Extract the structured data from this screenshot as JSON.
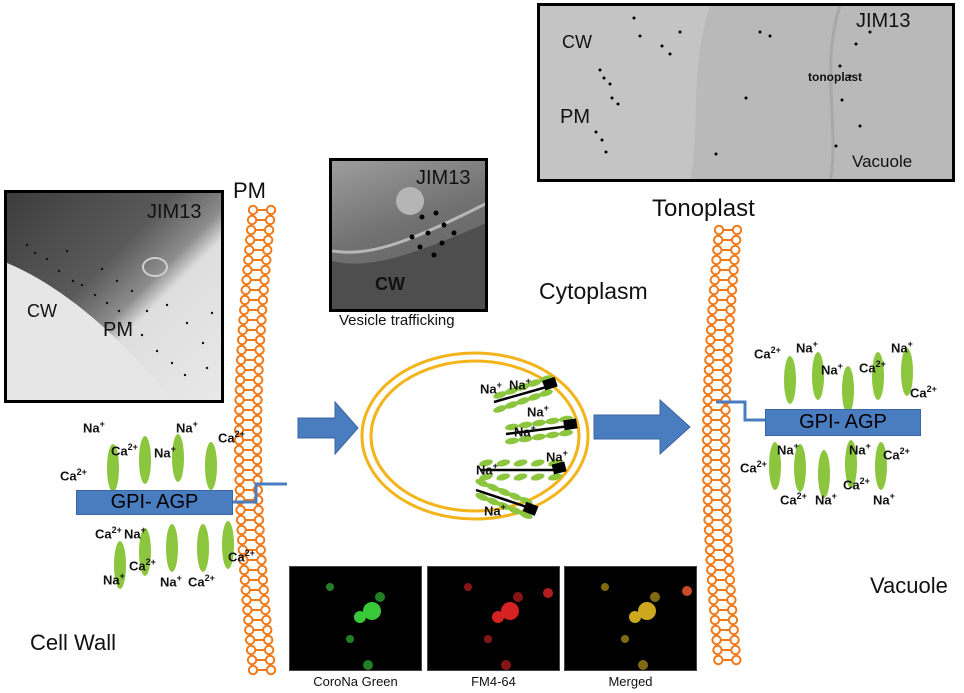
{
  "labels": {
    "pm_top": "PM",
    "tonoplast": "Tonoplast",
    "cytoplasm": "Cytoplasm",
    "vesicle_trafficking": "Vesicle trafficking",
    "cell_wall": "Cell Wall",
    "vacuole": "Vacuole"
  },
  "em_panels": {
    "left": {
      "antibody": "JIM13",
      "cw": "CW",
      "pm": "PM"
    },
    "middle": {
      "antibody": "JIM13",
      "cw": "CW"
    },
    "top_right": {
      "antibody": "JIM13",
      "cw": "CW",
      "pm": "PM",
      "tonoplast": "tonoplast",
      "vacuole": "Vacuole"
    }
  },
  "gpi_agp": "GPI- AGP",
  "ions": {
    "na": "Na",
    "ca": "Ca",
    "na_charge": "+",
    "ca_charge": "2+"
  },
  "fluorescence": [
    {
      "caption": "CoroNa Green",
      "color": "#3bd33b"
    },
    {
      "caption": "FM4-64",
      "color": "#e02424"
    },
    {
      "caption": "Merged",
      "color": "#d8b020"
    }
  ],
  "colors": {
    "membrane": "#f07a1a",
    "arrow": "#4a7cc0",
    "agp_box": "#4a7cc0",
    "agp_ellipse": "#8cc63f",
    "vesicle": "#f3b31a"
  }
}
